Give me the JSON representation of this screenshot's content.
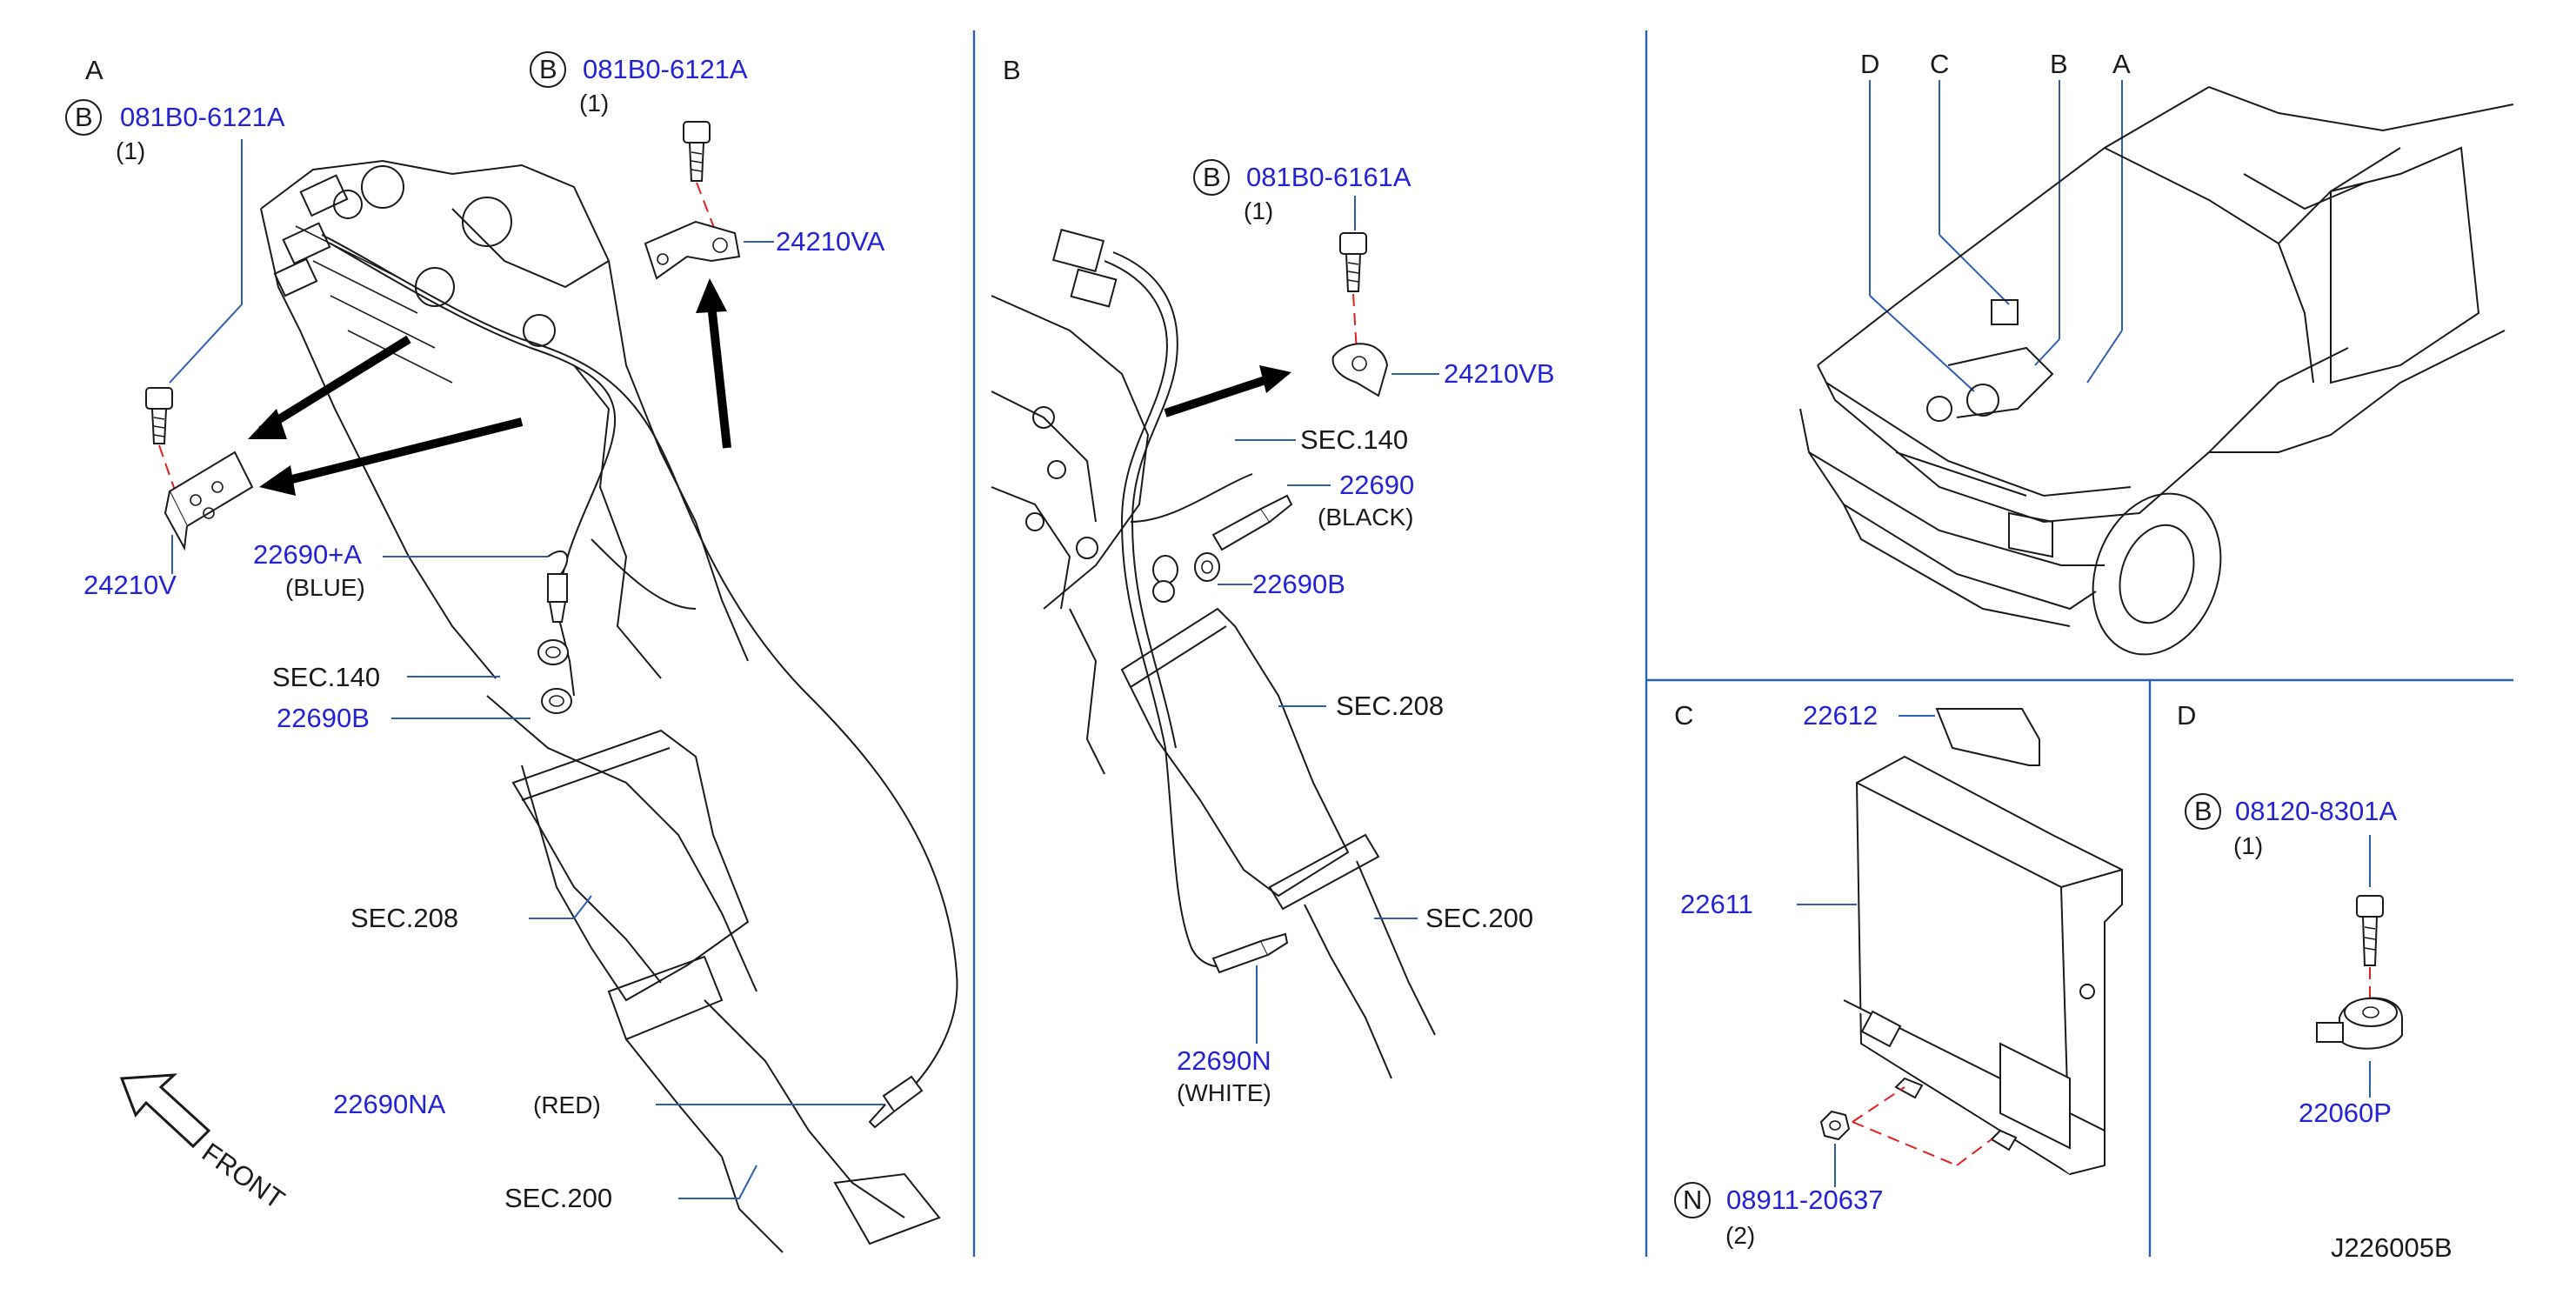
{
  "panels": {
    "a": {
      "title": "A"
    },
    "b": {
      "title": "B"
    },
    "c": {
      "title": "C"
    },
    "d": {
      "title": "D"
    },
    "overview": {
      "labels": [
        "D",
        "C",
        "B",
        "A"
      ]
    }
  },
  "callouts": {
    "a_bolt1_prefix": "B",
    "a_bolt1_part": "081B0-6121A",
    "a_bolt1_qty": "(1)",
    "a_bolt2_prefix": "B",
    "a_bolt2_part": "081B0-6121A",
    "a_bolt2_qty": "(1)",
    "a_bracket_va": "24210VA",
    "a_bracket_v": "24210V",
    "a_sensor_a": "22690+A",
    "a_sensor_a_color": "(BLUE)",
    "a_sec140": "SEC.140",
    "a_seal_b": "22690B",
    "a_sec208": "SEC.208",
    "a_sensor_na": "22690NA",
    "a_sensor_na_color": "(RED)",
    "a_sec200": "SEC.200",
    "a_front": "FRONT",
    "b_bolt_prefix": "B",
    "b_bolt_part": "081B0-6161A",
    "b_bolt_qty": "(1)",
    "b_bracket_vb": "24210VB",
    "b_sec140": "SEC.140",
    "b_sensor": "22690",
    "b_sensor_color": "(BLACK)",
    "b_seal_b": "22690B",
    "b_sec208": "SEC.208",
    "b_sec200": "SEC.200",
    "b_sensor_n": "22690N",
    "b_sensor_n_color": "(WHITE)",
    "c_cover": "22612",
    "c_ecm": "22611",
    "c_nut_prefix": "N",
    "c_nut_part": "08911-20637",
    "c_nut_qty": "(2)",
    "d_bolt_prefix": "B",
    "d_bolt_part": "08120-8301A",
    "d_bolt_qty": "(1)",
    "d_knock": "22060P",
    "drawing_id": "J226005B"
  },
  "colors": {
    "part_number": "#2323d6",
    "leader": "#2b5fb0",
    "phantom": "#e02020",
    "ink": "#1a1a1a"
  }
}
